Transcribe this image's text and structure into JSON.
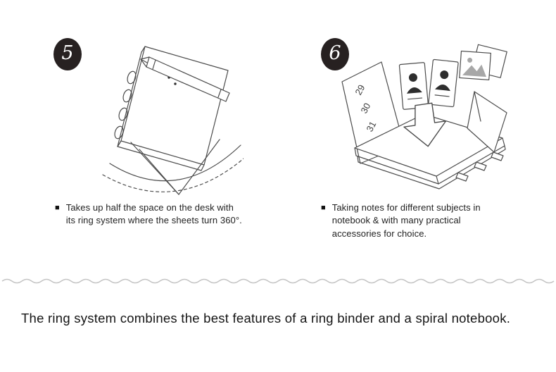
{
  "bullet": "■",
  "features": [
    {
      "number": "5",
      "text": "Takes up half the space on the desk with its ring system where the sheets turn 360°.",
      "illustration": "spiral-notebook-with-pen"
    },
    {
      "number": "6",
      "text": "Taking notes for different subjects in notebook & with many practical accessories for choice.",
      "illustration": "notebook-with-accessories",
      "page_numbers": [
        "29",
        "30",
        "31"
      ]
    }
  ],
  "caption": "The ring system combines the best features of a ring binder and a spiral notebook.",
  "colors": {
    "badge": "#272121",
    "line_art": "#4c4c4c",
    "wave": "#c4c4c4",
    "text": "#1f1f1f"
  }
}
